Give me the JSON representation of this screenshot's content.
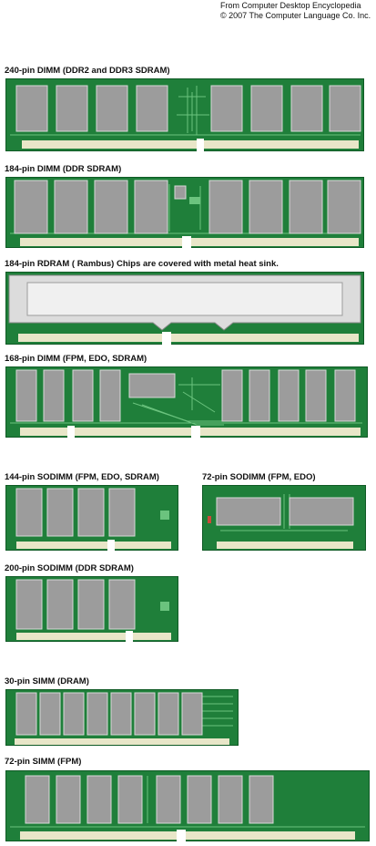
{
  "credit": {
    "line1": "From Computer Desktop Encyclopedia",
    "line2": "© 2007 The Computer Language Co. Inc."
  },
  "modules": {
    "dimm240": {
      "label": "240-pin DIMM (DDR2 and DDR3 SDRAM)"
    },
    "dimm184": {
      "label": "184-pin DIMM (DDR SDRAM)"
    },
    "rdram184": {
      "label": "184-pin RDRAM ( Rambus)  Chips are covered with metal heat sink."
    },
    "dimm168": {
      "label": "168-pin DIMM (FPM, EDO, SDRAM)"
    },
    "sodimm144": {
      "label": "144-pin SODIMM (FPM, EDO, SDRAM)"
    },
    "sodimm72": {
      "label": "72-pin SODIMM (FPM, EDO)"
    },
    "sodimm200": {
      "label": "200-pin SODIMM (DDR SDRAM)"
    },
    "simm30": {
      "label": "30-pin SIMM (DRAM)"
    },
    "simm72": {
      "label": "72-pin SIMM (FPM)"
    }
  },
  "colors": {
    "pcb": "#1f7f3a",
    "pcb_dark": "#0f5a25",
    "trace": "#6bc37e",
    "chip": "#9c9c9c",
    "chip_edge": "#d8d8d8",
    "pins": "#e8e6c8",
    "heatsink": "#dcdcdc"
  }
}
